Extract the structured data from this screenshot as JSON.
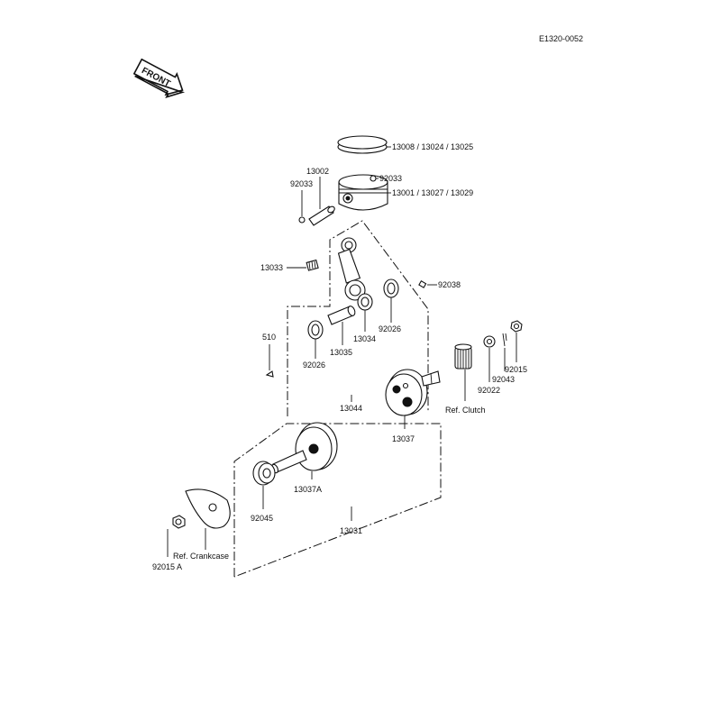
{
  "diagram_code": "E1320-0052",
  "front_badge": "FRONT",
  "labels": {
    "rings": "13008 / 13024 / 13025",
    "piston": "13001 / 13027 / 13029",
    "clip_right": "92033",
    "clip_left": "92033",
    "pin": "13002",
    "small_end_bearing": "13033",
    "key": "92038",
    "shim_right": "92026",
    "big_end_bearing": "13034",
    "crank_pin": "13035",
    "shim_left": "92026",
    "woodruff_key": "510",
    "con_rod_set": "13044",
    "flywheel_right": "13037",
    "clutch_ref": "Ref. Clutch",
    "washer": "92022",
    "cotter_pin": "92043",
    "nut_right": "92015",
    "flywheel_left": "13037A",
    "oil_seal": "92045",
    "crankshaft_assy": "13031",
    "crankcase_ref": "Ref. Crankcase",
    "nut_left": "92015 A"
  }
}
